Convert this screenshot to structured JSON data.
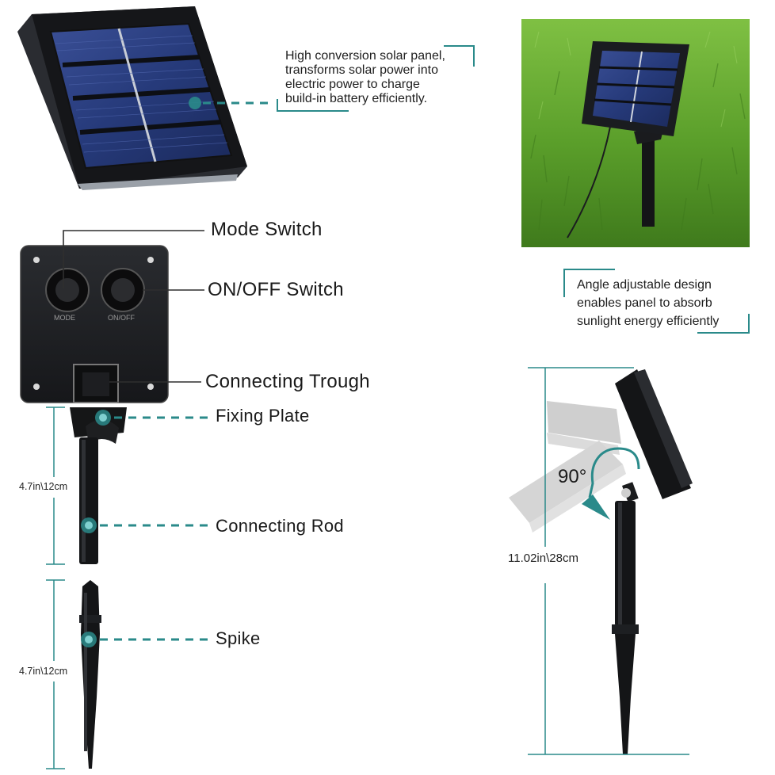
{
  "callouts": {
    "panel_desc": [
      "High conversion solar panel,",
      "transforms solar power into",
      "electric power to charge",
      "build-in battery efficiently."
    ],
    "angle_desc": [
      "Angle adjustable design",
      "enables panel to absorb",
      "sunlight energy efficiently"
    ]
  },
  "parts": {
    "mode_switch": "Mode Switch",
    "onoff_switch": "ON/OFF Switch",
    "connecting_trough": "Connecting Trough",
    "fixing_plate": "Fixing Plate",
    "connecting_rod": "Connecting Rod",
    "spike": "Spike"
  },
  "box_buttons": {
    "mode": "MODE",
    "onoff": "ON/OFF"
  },
  "dimensions": {
    "rod": "4.7in\\12cm",
    "spike": "4.7in\\12cm",
    "total": "11.02in\\28cm"
  },
  "angle": "90°",
  "colors": {
    "accent": "#2a8a8a",
    "panel": "#1b1d22",
    "cell": "#2c3e78",
    "grass": "#5a9e2a"
  }
}
